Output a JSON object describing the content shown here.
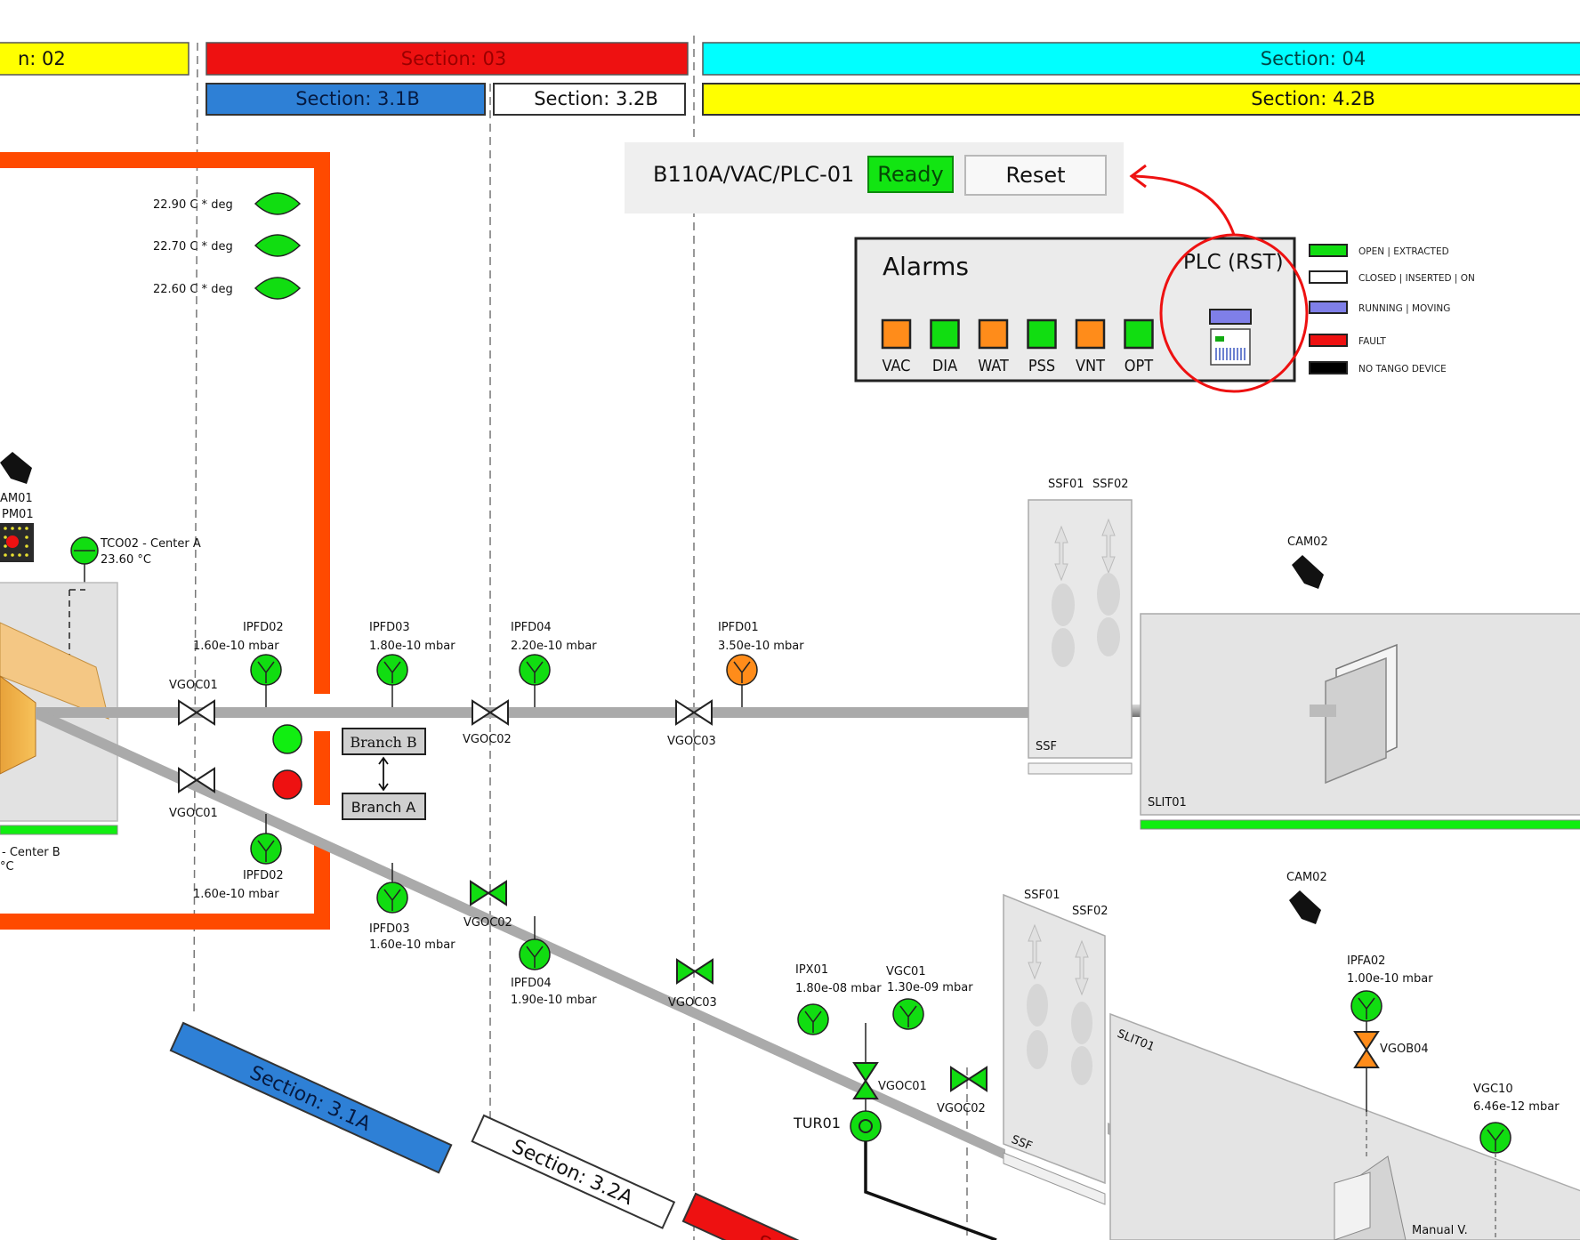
{
  "sections": {
    "s02": "n: 02",
    "s03": "Section: 03",
    "s04": "Section: 04",
    "s31b": "Section: 3.1B",
    "s32b": "Section: 3.2B",
    "s42b": "Section: 4.2B",
    "s31a": "Section: 3.1A",
    "s32a": "Section: 3.2A",
    "s3a_red": "S"
  },
  "plc": {
    "device": "B110A/VAC/PLC-01",
    "state": "Ready",
    "reset_label": "Reset"
  },
  "alarms": {
    "title": "Alarms",
    "plc_title": "PLC (RST)",
    "items": [
      {
        "label": "VAC",
        "status": "#ff8c1a"
      },
      {
        "label": "DIA",
        "status": "#11dd11"
      },
      {
        "label": "WAT",
        "status": "#ff8c1a"
      },
      {
        "label": "PSS",
        "status": "#11dd11"
      },
      {
        "label": "VNT",
        "status": "#ff8c1a"
      },
      {
        "label": "OPT",
        "status": "#11dd11"
      }
    ]
  },
  "legend": [
    {
      "label": "OPEN  | EXTRACTED",
      "color": "#11dd11"
    },
    {
      "label": "CLOSED  | INSERTED  |  ON",
      "color": "#ffffff"
    },
    {
      "label": "RUNNING |  MOVING",
      "color": "#7f7fe8"
    },
    {
      "label": "FAULT",
      "color": "#ee1111"
    },
    {
      "label": "NO TANGO DEVICE",
      "color": "#000000"
    }
  ],
  "temperatures": [
    "22.90 C * deg",
    "22.70 C * deg",
    "22.60 C * deg"
  ],
  "left_labels": {
    "cam": "AM01",
    "pm": "PM01",
    "tc_name": "TCO02 - Center A",
    "tc_value": "23.60 °C",
    "center_b": "- Center B",
    "center_b_unit": "°C"
  },
  "upper_gauges": [
    {
      "name": "IPFD02",
      "value": "1.60e-10 mbar"
    },
    {
      "name": "IPFD03",
      "value": "1.80e-10 mbar"
    },
    {
      "name": "IPFD04",
      "value": "2.20e-10 mbar"
    },
    {
      "name": "IPFD01",
      "value": "3.50e-10 mbar"
    }
  ],
  "lower_gauges": [
    {
      "name": "IPFD02",
      "value": "1.60e-10 mbar"
    },
    {
      "name": "IPFD03",
      "value": "1.60e-10 mbar"
    },
    {
      "name": "IPFD04",
      "value": "1.90e-10 mbar"
    }
  ],
  "valves": {
    "v_up1": "VGOC01",
    "v_up2": "VGOC02",
    "v_up3": "VGOC03",
    "v_lo1": "VGOC01",
    "v_lo2": "VGOC02",
    "v_lo3": "VGOC03",
    "v_lo4": "VGOC01",
    "v_lo5": "VGOC02",
    "v_b04": "VGOB04"
  },
  "branches": {
    "b": "Branch B",
    "a": "Branch A"
  },
  "right": {
    "ssf01_a": "SSF01",
    "ssf02_a": "SSF02",
    "ssf_a": "SSF",
    "cam02_a": "CAM02",
    "slit01_a": "SLIT01",
    "ssf01_b": "SSF01",
    "ssf02_b": "SSF02",
    "ssf_b": "SSF",
    "cam02_b": "CAM02",
    "slit01_b": "SLIT01",
    "ipx_name": "IPX01",
    "ipx_value": "1.80e-08 mbar",
    "vgc01_name": "VGC01",
    "vgc01_value": "1.30e-09 mbar",
    "tur": "TUR01",
    "ipfa_name": "IPFA02",
    "ipfa_value": "1.00e-10 mbar",
    "vgc10_name": "VGC10",
    "vgc10_value": "6.46e-12 mbar",
    "manual": "Manual V."
  }
}
